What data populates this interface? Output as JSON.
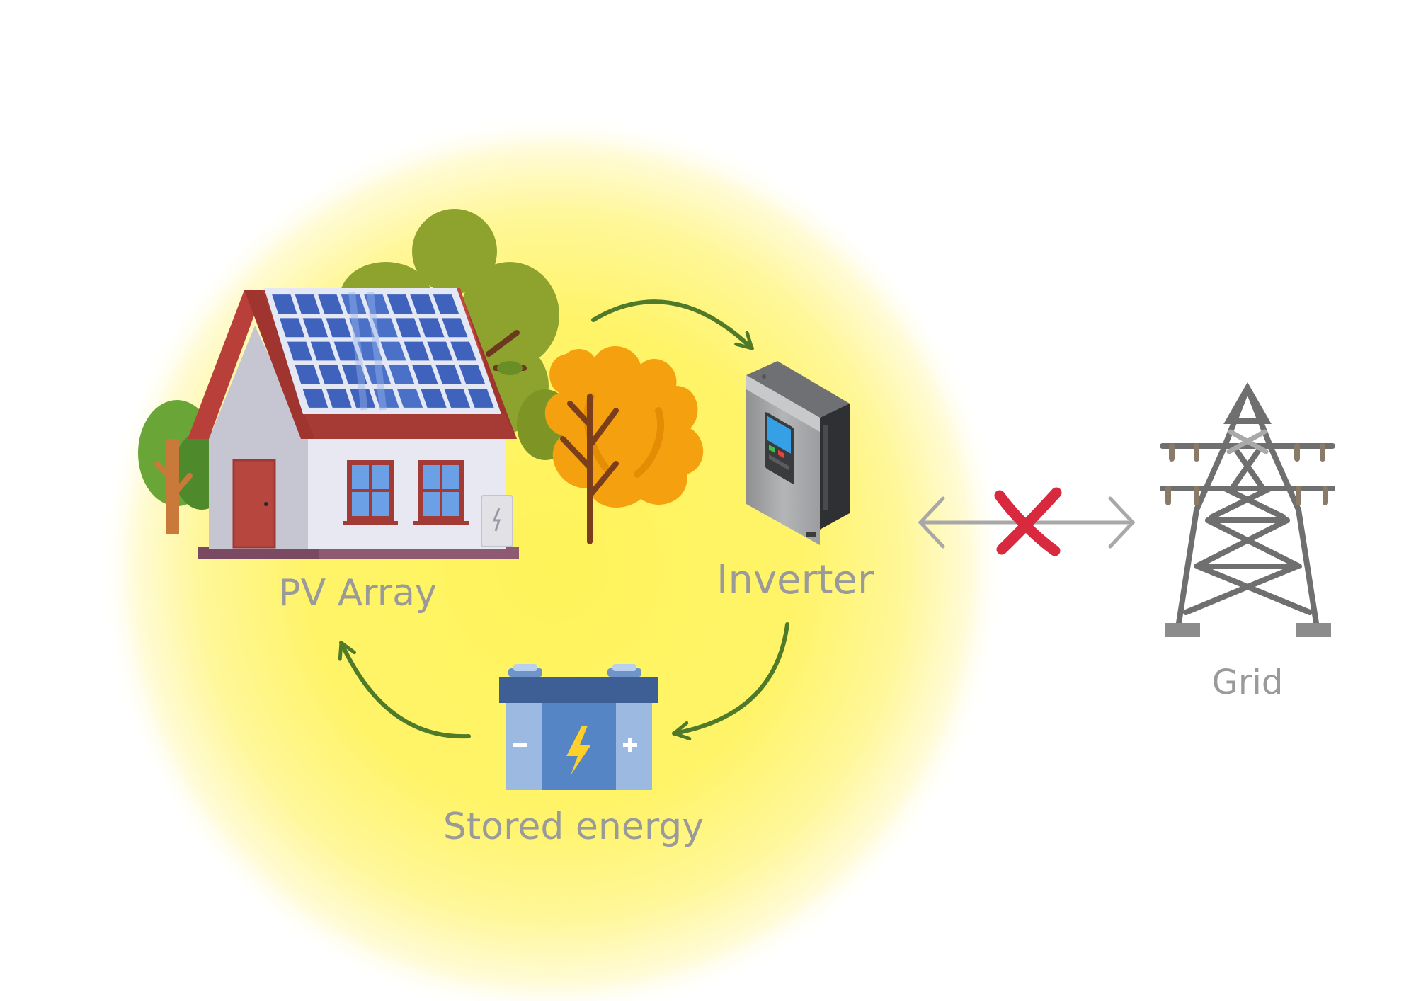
{
  "labels": {
    "pv_array": "PV Array",
    "inverter": "Inverter",
    "stored_energy": "Stored energy",
    "grid": "Grid"
  },
  "grid_connection": {
    "status": "disconnected"
  },
  "icons": {
    "house": "house-with-solar-panels-icon",
    "inverter": "inverter-icon",
    "battery": "battery-icon",
    "pylon": "transmission-tower-icon",
    "cross": "cross-icon"
  },
  "colors": {
    "glow": "#fff35a",
    "flow_arrow": "#4f7a2a",
    "grid_arrow": "#a8a8a8",
    "cross": "#d8293f",
    "label": "#9a9a9a"
  }
}
